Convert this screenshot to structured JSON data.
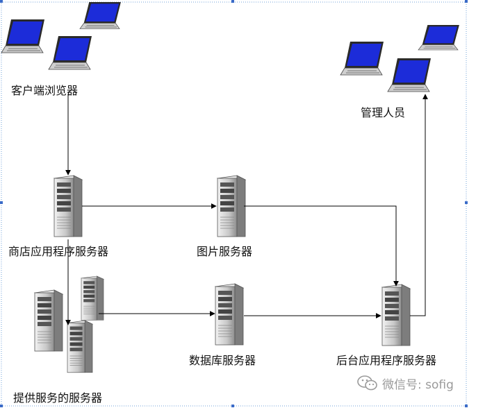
{
  "nodes": {
    "client_browser": "客户端浏览器",
    "admin": "管理人员",
    "shop_app_server": "商店应用程序服务器",
    "image_server": "图片服务器",
    "service_servers": "提供服务的服务器",
    "db_server": "数据库服务器",
    "backend_app_server": "后台应用程序服务器"
  },
  "watermark": {
    "text": "微信号: sofig",
    "icon": "wechat-icon"
  },
  "colors": {
    "laptop_screen": "#1c2cd9",
    "server_body": "#cfcfcf",
    "edge": "#000000",
    "frame_border": "#6fa0d8"
  }
}
